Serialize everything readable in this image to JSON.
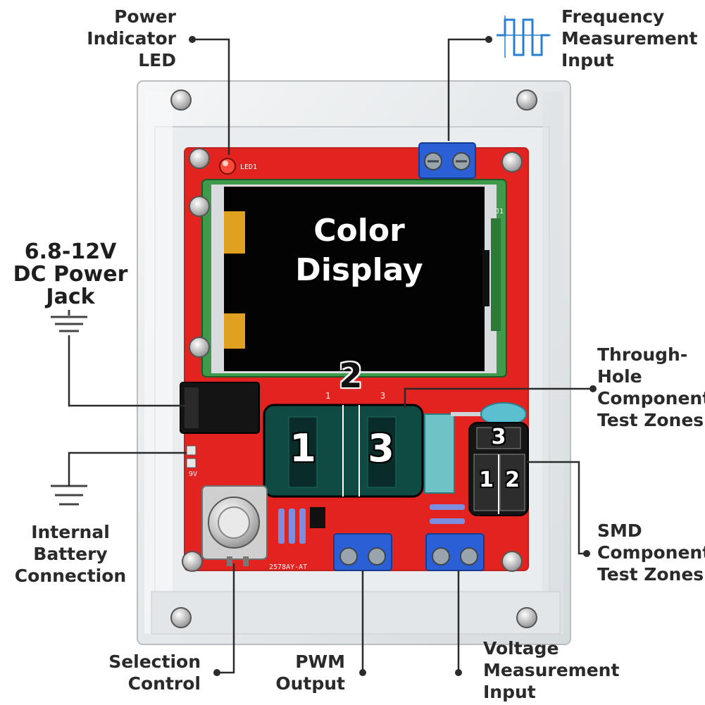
{
  "labels": {
    "power_led": [
      "Power",
      "Indicator",
      "LED"
    ],
    "frequency": [
      "Frequency",
      "Measurement",
      "Input"
    ],
    "dc_jack": [
      "6.8-12V",
      "DC Power",
      "Jack"
    ],
    "through_hole": [
      "Through-",
      "Hole",
      "Component",
      "Test Zones"
    ],
    "battery": [
      "Internal",
      "Battery",
      "Connection"
    ],
    "smd": [
      "SMD",
      "Component",
      "Test Zones"
    ],
    "selection": [
      "Selection",
      "Control"
    ],
    "pwm": [
      "PWM",
      "Output"
    ],
    "voltage": [
      "Voltage",
      "Measurement",
      "Input"
    ]
  },
  "display": {
    "text": [
      "Color",
      "Display"
    ]
  },
  "zones": {
    "through_hole_top": "2",
    "through_hole_left": "1",
    "through_hole_right": "3",
    "smd_top": "3",
    "smd_left": "1",
    "smd_right": "2"
  },
  "pcb": {
    "led_label": "LED1",
    "pin_1": "1",
    "pin_3": "3",
    "battery_label": "9V",
    "model_label": "2578AY-AT",
    "j1_label": "J1"
  },
  "colors": {
    "pcb": "#e3231f",
    "case": "#e8ecef",
    "terminal": "#2a5fd6",
    "callout": "#2b2b2b"
  }
}
